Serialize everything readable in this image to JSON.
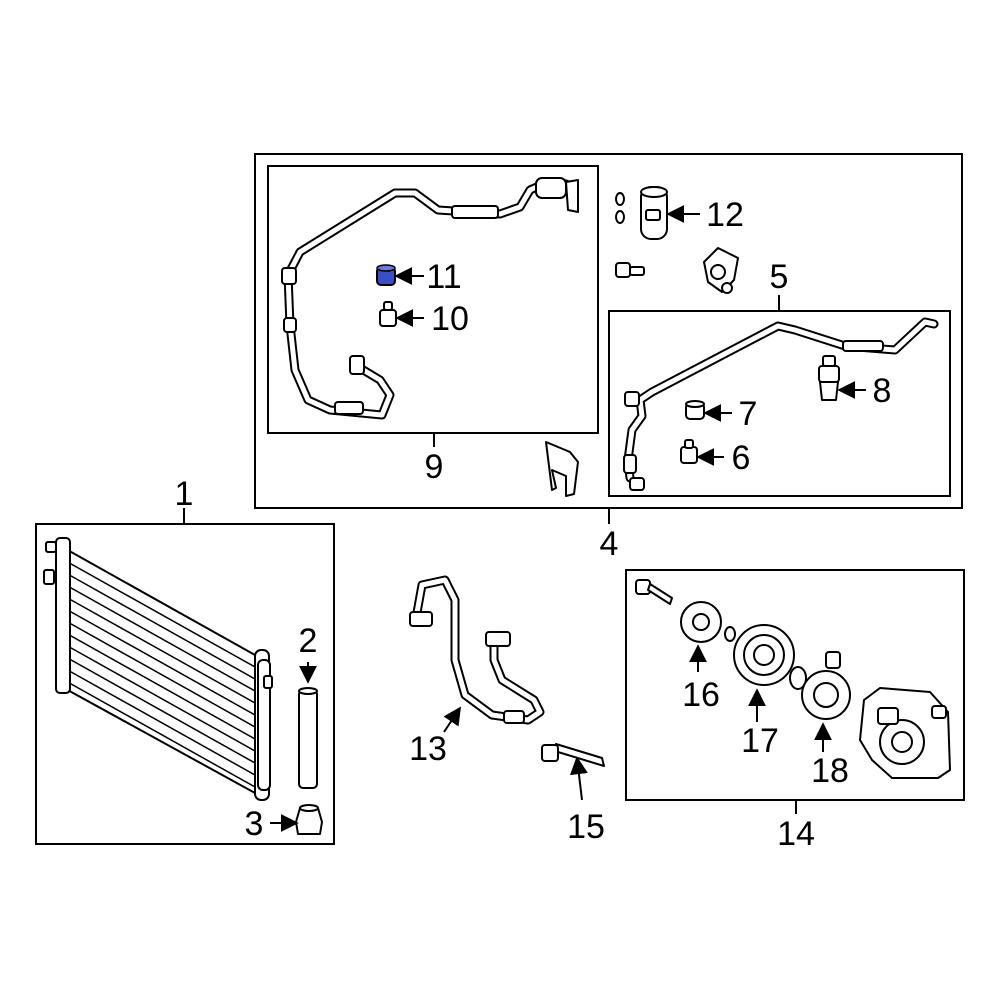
{
  "diagram": {
    "colors": {
      "line": "#000000",
      "background": "#ffffff",
      "highlight": "#3b4fc4"
    },
    "callouts": {
      "c1": "1",
      "c2": "2",
      "c3": "3",
      "c4": "4",
      "c5": "5",
      "c6": "6",
      "c7": "7",
      "c8": "8",
      "c9": "9",
      "c10": "10",
      "c11": "11",
      "c12": "12",
      "c13": "13",
      "c14": "14",
      "c15": "15",
      "c16": "16",
      "c17": "17",
      "c18": "18"
    }
  }
}
